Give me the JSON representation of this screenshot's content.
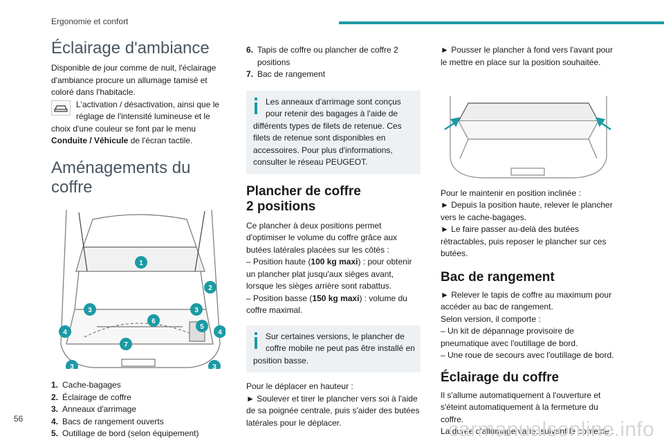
{
  "header": {
    "section_title": "Ergonomie et confort",
    "accent_color": "#1c9aa5"
  },
  "page_number": "56",
  "watermark": "carmanualsonline.info",
  "col1": {
    "ambient_title": "Éclairage d'ambiance",
    "ambient_p1": "Disponible de jour comme de nuit, l'éclairage d'ambiance procure un allumage tamisé et coloré dans l'habitacle.",
    "ambient_p2_a": "L'activation / désactivation, ainsi que le réglage de l'intensité lumineuse et le",
    "ambient_p2_b": "choix d'une couleur se font par le menu",
    "ambient_p2_bold": "Conduite / Véhicule",
    "ambient_p2_c": " de l'écran tactile.",
    "trunk_title": "Aménagements du coffre",
    "callouts": [
      "1",
      "2",
      "3",
      "3",
      "4",
      "4",
      "5",
      "6",
      "7",
      "3",
      "3"
    ],
    "items": [
      {
        "n": "1.",
        "t": "Cache-bagages"
      },
      {
        "n": "2.",
        "t": "Éclairage de coffre"
      },
      {
        "n": "3.",
        "t": "Anneaux d'arrimage"
      },
      {
        "n": "4.",
        "t": "Bacs de rangement ouverts"
      },
      {
        "n": "5.",
        "t": "Outillage de bord (selon équipement)"
      }
    ]
  },
  "col2": {
    "items": [
      {
        "n": "6.",
        "t": "Tapis de coffre ou plancher de coffre 2 positions"
      },
      {
        "n": "7.",
        "t": "Bac de rangement"
      }
    ],
    "info1": "Les anneaux d'arrimage sont conçus pour retenir des bagages à l'aide de différents types de filets de retenue. Ces filets de retenue sont disponibles en accessoires. Pour plus d'informations, consulter le réseau PEUGEOT.",
    "info1_l1": "Les anneaux d'arrimage sont conçus",
    "info1_l2": "pour retenir des bagages à l'aide de",
    "info1_rest": "différents types de filets de retenue. Ces filets de retenue sont disponibles en accessoires. Pour plus d'informations, consulter le réseau PEUGEOT.",
    "floor_title_1": "Plancher de coffre",
    "floor_title_2": "2 positions",
    "floor_p1": "Ce plancher à deux positions permet d'optimiser le volume du coffre grâce aux butées latérales placées sur les côtés :",
    "floor_high_a": "–  Position haute (",
    "floor_high_b": "100 kg maxi",
    "floor_high_c": ") : pour obtenir un plancher plat jusqu'aux sièges avant, lorsque les sièges arrière sont rabattus.",
    "floor_low_a": "–  Position basse (",
    "floor_low_b": "150 kg maxi",
    "floor_low_c": ") : volume du coffre maximal.",
    "info2_l1": "Sur certaines versions, le plancher de",
    "info2_l2": "coffre mobile ne peut pas être installé en",
    "info2_rest": "position basse.",
    "move_p": "Pour le déplacer en hauteur :",
    "move_step": "►  Soulever et tirer le plancher vers soi à l'aide de sa poignée centrale, puis s'aider des butées latérales pour le déplacer."
  },
  "col3": {
    "push_step": "►  Pousser le plancher à fond vers l'avant pour le mettre en place sur la position souhaitée.",
    "keep_p": "Pour le maintenir en position inclinée :",
    "keep_s1": "►  Depuis la position haute, relever le plancher vers le cache-bagages.",
    "keep_s2": "►  Le faire passer au-delà des butées rétractables, puis reposer le plancher sur ces butées.",
    "bac_title": "Bac de rangement",
    "bac_step": "►  Relever le tapis de coffre au maximum pour accéder au bac de rangement.",
    "bac_p": "Selon version, il comporte :",
    "bac_l1": "–  Un kit de dépannage provisoire de pneumatique avec l'outillage de bord.",
    "bac_l2": "–  Une roue de secours avec l'outillage de bord.",
    "light_title": "Éclairage du coffre",
    "light_p1": "Il s'allume automatiquement à l'ouverture et s'éteint automatiquement à la fermeture du coffre.",
    "light_p2": "La durée d'allumage varie, suivant le contexte :"
  }
}
